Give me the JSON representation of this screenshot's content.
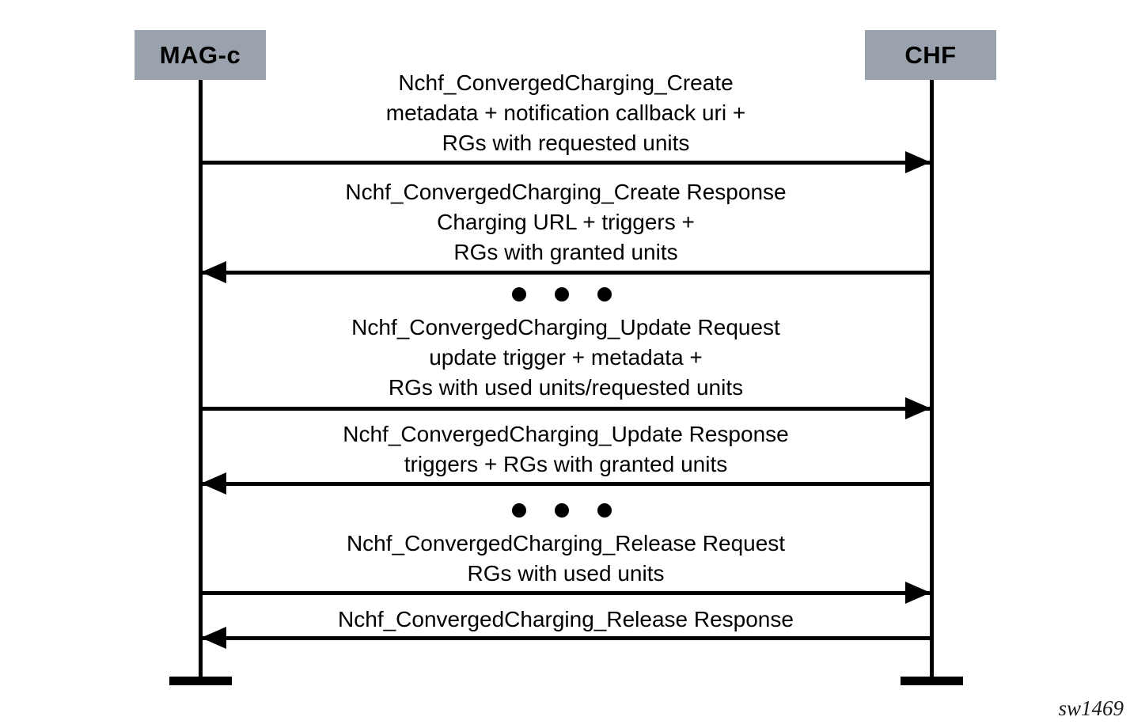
{
  "diagram_type": "sequence-diagram",
  "actors": {
    "left": {
      "label": "MAG-c"
    },
    "right": {
      "label": "CHF"
    }
  },
  "messages": [
    {
      "direction": "right",
      "from": "MAG-c",
      "to": "CHF",
      "lines": [
        "Nchf_ConvergedCharging_Create",
        "metadata + notification callback uri +",
        "RGs with requested units"
      ]
    },
    {
      "direction": "left",
      "from": "CHF",
      "to": "MAG-c",
      "lines": [
        "Nchf_ConvergedCharging_Create Response",
        "Charging URL + triggers +",
        "RGs with granted units"
      ]
    },
    {
      "direction": "right",
      "from": "MAG-c",
      "to": "CHF",
      "lines": [
        "Nchf_ConvergedCharging_Update Request",
        "update trigger + metadata +",
        "RGs with used units/requested units"
      ]
    },
    {
      "direction": "left",
      "from": "CHF",
      "to": "MAG-c",
      "lines": [
        "Nchf_ConvergedCharging_Update Response",
        "triggers + RGs with granted units"
      ]
    },
    {
      "direction": "right",
      "from": "MAG-c",
      "to": "CHF",
      "lines": [
        "Nchf_ConvergedCharging_Release Request",
        "RGs with used units"
      ]
    },
    {
      "direction": "left",
      "from": "CHF",
      "to": "MAG-c",
      "lines": [
        "Nchf_ConvergedCharging_Release Response"
      ]
    }
  ],
  "separators": [
    {
      "icon": "ellipsis-dots"
    },
    {
      "icon": "ellipsis-dots"
    }
  ],
  "watermark": "sw1469",
  "colors": {
    "actor_fill": "#9aa3ad",
    "line": "#000000",
    "background": "#ffffff"
  }
}
